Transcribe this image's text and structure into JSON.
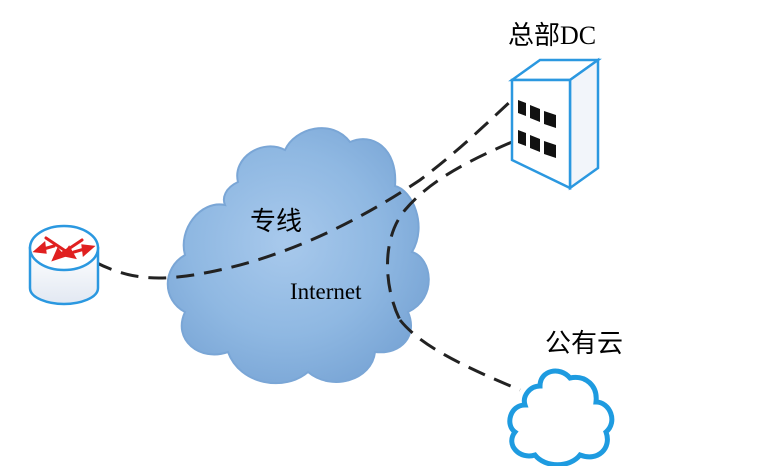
{
  "labels": {
    "hq": "总部DC",
    "dedicated_line": "专线",
    "internet": "Internet",
    "public_cloud": "公有云"
  },
  "colors": {
    "internet_cloud_fill": "#8fb8e2",
    "internet_cloud_stroke": "#7aa6d6",
    "public_cloud_stroke": "#1e9be0",
    "server_outline": "#2b98e0",
    "router_body": "#f4f6fa",
    "router_arrows": "#e02020",
    "link_line": "#222222"
  },
  "icons": {
    "router": "router-icon",
    "hq_server": "server-building-icon",
    "internet": "internet-cloud-icon",
    "public_cloud": "public-cloud-icon"
  }
}
